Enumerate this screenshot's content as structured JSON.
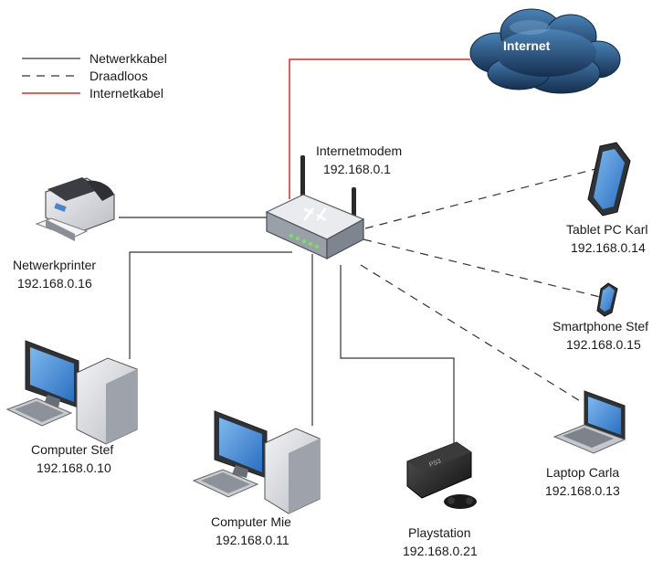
{
  "legend": {
    "network_cable": "Netwerkkabel",
    "wireless": "Draadloos",
    "internet_cable": "Internetkabel"
  },
  "colors": {
    "network_cable": "#333333",
    "wireless": "#333333",
    "internet_cable": "#e0262c",
    "cloud": "#2c5f8f",
    "screen": "#3f8fd8"
  },
  "internet": {
    "label": "Internet",
    "icon": "cloud-icon"
  },
  "modem": {
    "name": "Internetmodem",
    "ip": "192.168.0.1",
    "icon": "router-icon"
  },
  "devices": {
    "printer": {
      "name": "Netwerkprinter",
      "ip": "192.168.0.16",
      "icon": "printer-icon"
    },
    "computer_stef": {
      "name": "Computer Stef",
      "ip": "192.168.0.10",
      "icon": "desktop-computer-icon"
    },
    "computer_mie": {
      "name": "Computer Mie",
      "ip": "192.168.0.11",
      "icon": "desktop-computer-icon"
    },
    "playstation": {
      "name": "Playstation",
      "ip": "192.168.0.21",
      "icon": "game-console-icon"
    },
    "laptop_carla": {
      "name": "Laptop Carla",
      "ip": "192.168.0.13",
      "icon": "laptop-icon"
    },
    "smartphone_stef": {
      "name": "Smartphone Stef",
      "ip": "192.168.0.15",
      "icon": "smartphone-icon"
    },
    "tablet_karl": {
      "name": "Tablet PC Karl",
      "ip": "192.168.0.14",
      "icon": "tablet-icon"
    }
  }
}
